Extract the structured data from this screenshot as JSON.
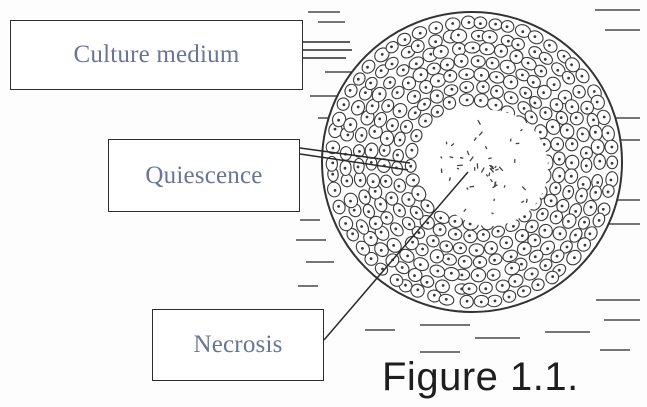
{
  "labels": {
    "culture_medium": "Culture medium",
    "quiescence": "Quiescence",
    "necrosis": "Necrosis"
  },
  "caption": "Figure 1.1.",
  "colors": {
    "label_text": "#6a7595",
    "ink": "#2a2a2a",
    "background": "#fdfdfd"
  }
}
